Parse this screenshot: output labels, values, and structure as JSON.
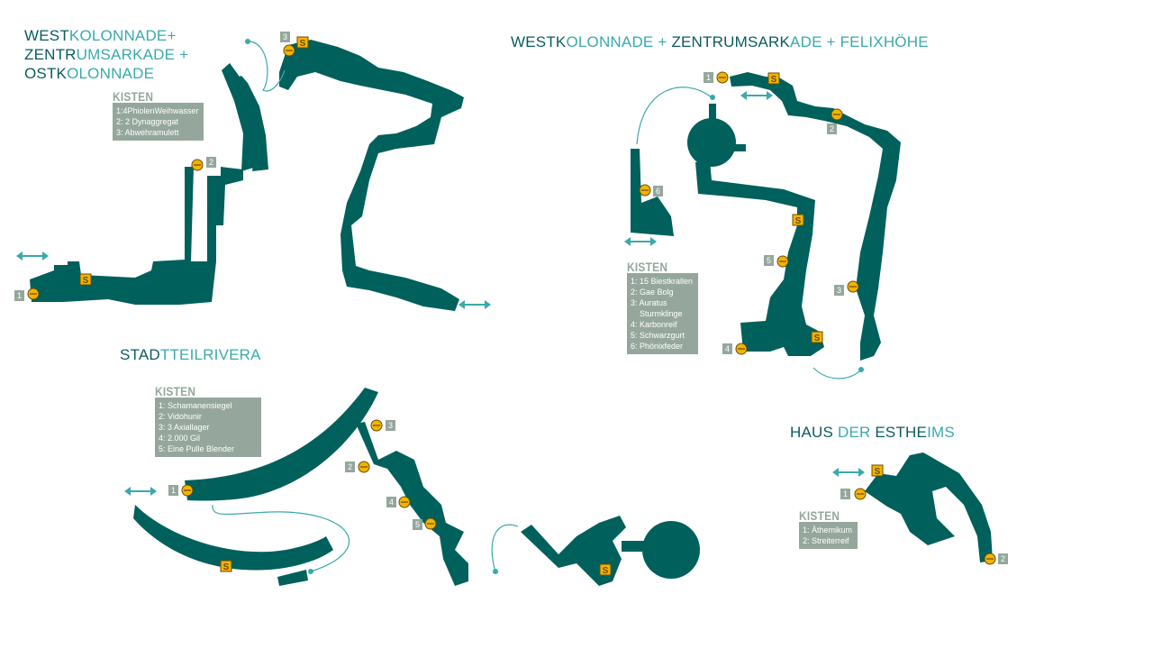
{
  "maps": {
    "map1": {
      "title_line1_a": "WEST",
      "title_line1_b": "KOLONNADE+",
      "title_line2_a": "ZENTR",
      "title_line2_b": "UMSARKADE +",
      "title_line3_a": "OSTK",
      "title_line3_b": "OLONNADE",
      "legend_head": "KISTEN",
      "items": [
        "1:4PhiolenWeihwasser",
        "2: 2 Dynaggregat",
        "3: Abwehramulett"
      ],
      "markers": [
        "1",
        "2",
        "3"
      ]
    },
    "map2": {
      "title_a1": "WESTK",
      "title_b1": "OL",
      "title_a2": "ONNADE + ",
      "title_b2": "ZENTR",
      "title_a3": "UMSARK",
      "title_b3": "ADE + FELIXHÖHE",
      "legend_head": "KISTEN",
      "items": [
        "1: 15 Biestkrallen",
        "2: Gae Bolg",
        "3: Auratus",
        "    Sturmklinge",
        "4: Karbonreif",
        "5: Schwarzgurt",
        "6: Phönixfeder"
      ],
      "markers": [
        "1",
        "2",
        "3",
        "4",
        "5",
        "6"
      ]
    },
    "map3": {
      "title_a": "STAD",
      "title_b": "TTEILRIVERA",
      "legend_head": "KISTEN",
      "items": [
        "1: Schamanensiegel",
        "2: Vidohunir",
        "3: 3 Axiallager",
        "4: 2.000 Gil",
        "5: Eine Pulle Blender"
      ],
      "markers": [
        "1",
        "2",
        "3",
        "4",
        "5"
      ]
    },
    "map4": {
      "title_a1": "HAUS ",
      "title_b1": "DER ",
      "title_a2": "ESTHE",
      "title_b2": "IMS",
      "legend_head": "KISTEN",
      "items": [
        "1: Äthemikum",
        "2: Streiterreif"
      ],
      "markers": [
        "1",
        "2"
      ]
    }
  },
  "colors": {
    "floor": "#00605c",
    "accent": "#3aa9ac",
    "title_dark": "#0b5b5f",
    "legend_bg": "#95a79c",
    "chest": "#f2b400"
  },
  "icons": {
    "chest": "chest-icon",
    "save_point": "save-point-icon",
    "exit_arrow": "exit-arrow-icon",
    "path_arrow": "path-arrow-icon"
  }
}
